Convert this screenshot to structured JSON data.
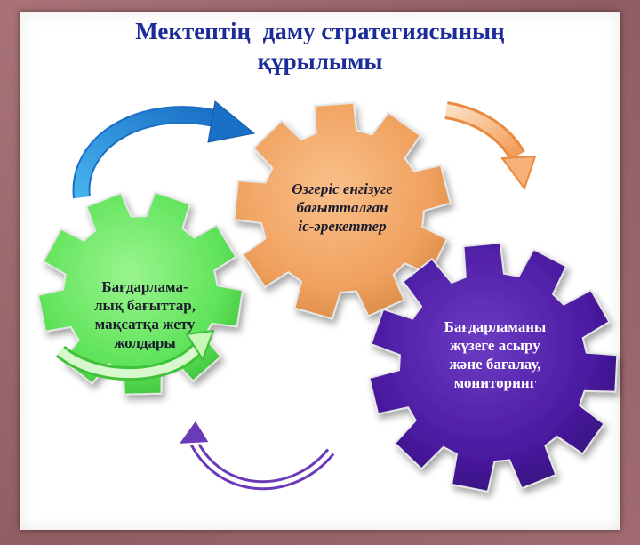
{
  "title": {
    "line1": "Мектептің  даму стратегиясының",
    "line2": "құрылымы"
  },
  "gears": {
    "orange": {
      "label_lines": [
        "Өзгеріс енгізуге",
        "бағытталған",
        "іс-әрекеттер"
      ],
      "color": "#f0a15e"
    },
    "green": {
      "label_lines": [
        "Бағдарлама-",
        "лық бағыттар,",
        "мақсатқа жету",
        "жолдары"
      ],
      "color": "#5fe35a"
    },
    "purple": {
      "label_lines": [
        "Бағдарламаны",
        "жүзеге асыру",
        "және бағалау,",
        "мониторинг"
      ],
      "color": "#4a1aa0"
    }
  },
  "arrows": {
    "top_left": {
      "color": "#2a8fd8",
      "icon": "curved-arrow-icon"
    },
    "top_right": {
      "color": "#f4a86a",
      "icon": "curved-arrow-icon"
    },
    "bottom": {
      "color": "#6a3ab8",
      "icon": "curved-arrow-icon"
    },
    "green_inner": {
      "color": "#c8f5b8",
      "icon": "curved-arrow-icon"
    }
  }
}
